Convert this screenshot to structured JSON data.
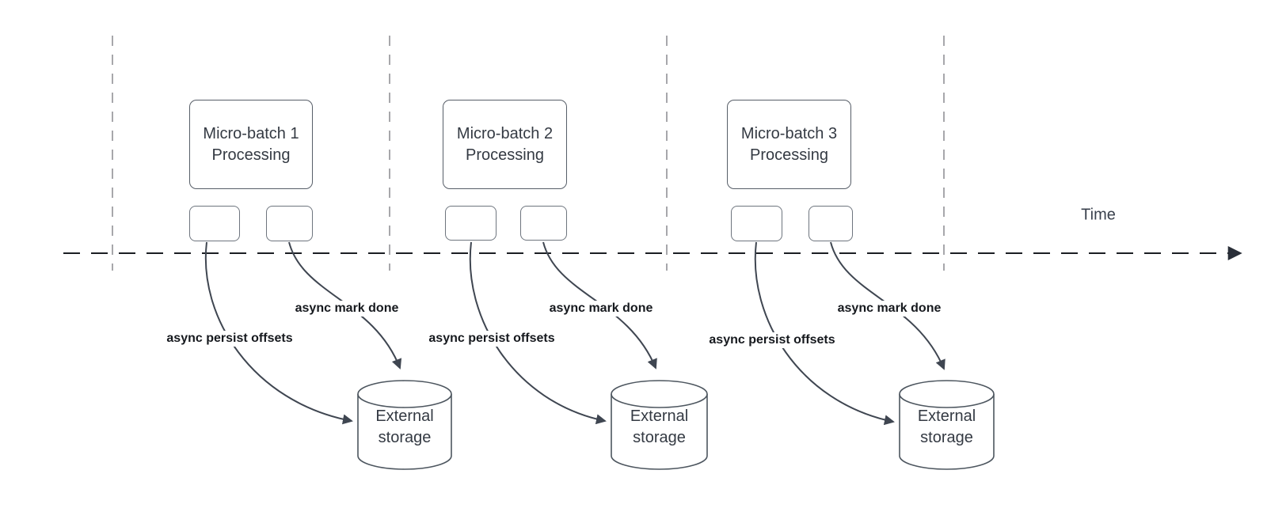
{
  "diagram": {
    "time_axis_label": "Time",
    "groups": [
      {
        "box_label": "Micro-batch 1 Processing",
        "persist_arrow_label": "async persist offsets",
        "mark_done_arrow_label": "async mark done",
        "storage_label": "External storage"
      },
      {
        "box_label": "Micro-batch 2 Processing",
        "persist_arrow_label": "async persist offsets",
        "mark_done_arrow_label": "async mark done",
        "storage_label": "External storage"
      },
      {
        "box_label": "Micro-batch 3 Processing",
        "persist_arrow_label": "async persist offsets",
        "mark_done_arrow_label": "async mark done",
        "storage_label": "External storage"
      }
    ],
    "colors": {
      "background": "#ffffff",
      "shape_border": "#575e68",
      "shape_text": "#343a43",
      "annotation_text": "#16191e",
      "arrow": "#3f4651",
      "timeline": "#1b1e23",
      "guide_line": "#a7a7ab"
    }
  }
}
